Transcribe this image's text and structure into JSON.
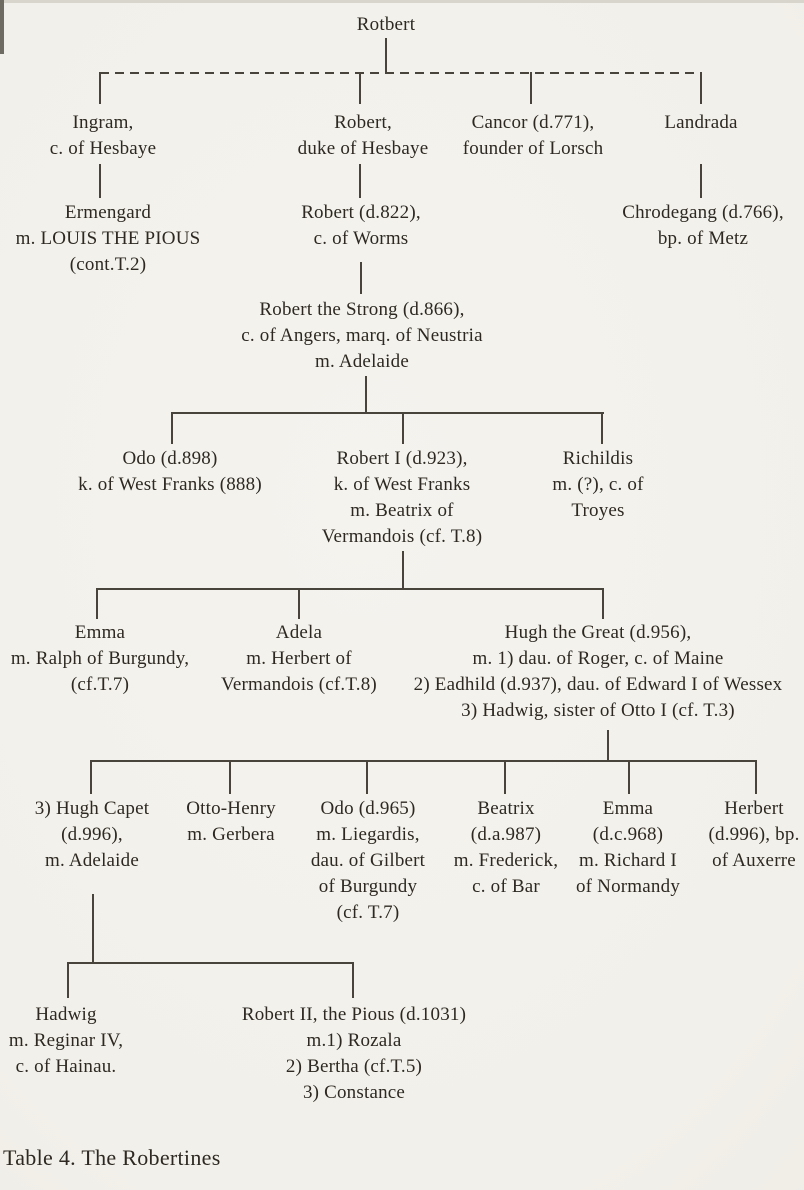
{
  "caption": "Table 4. The Robertines",
  "colors": {
    "paper": "#f2f0ea",
    "ink": "#2d2922",
    "line": "#49443b"
  },
  "nodes": {
    "rotbert": {
      "lines": [
        "Rotbert"
      ]
    },
    "ingram": {
      "lines": [
        "Ingram,",
        "c. of Hesbaye"
      ]
    },
    "robert_duke": {
      "lines": [
        "Robert,",
        "duke of Hesbaye"
      ]
    },
    "cancor": {
      "lines": [
        "Cancor (d.771),",
        "founder of Lorsch"
      ]
    },
    "landrada": {
      "lines": [
        "Landrada"
      ]
    },
    "ermengard": {
      "lines": [
        "Ermengard",
        "m. LOUIS THE PIOUS",
        "(cont.T.2)"
      ]
    },
    "robert_822": {
      "lines": [
        "Robert (d.822),",
        "c. of Worms"
      ]
    },
    "chrodegang": {
      "lines": [
        "Chrodegang (d.766),",
        "bp. of Metz"
      ]
    },
    "robert_strong": {
      "lines": [
        "Robert the Strong (d.866),",
        "c. of Angers, marq. of Neustria",
        "m. Adelaide"
      ]
    },
    "odo_898": {
      "lines": [
        "Odo (d.898)",
        "k. of West Franks (888)"
      ]
    },
    "robert_i": {
      "lines": [
        "Robert I (d.923),",
        "k. of West Franks",
        "m. Beatrix of",
        "Vermandois (cf. T.8)"
      ]
    },
    "richildis": {
      "lines": [
        "Richildis",
        "m. (?), c. of",
        "Troyes"
      ]
    },
    "emma_burgundy": {
      "lines": [
        "Emma",
        "m. Ralph of Burgundy,",
        "(cf.T.7)"
      ]
    },
    "adela": {
      "lines": [
        "Adela",
        "m. Herbert of",
        "Vermandois (cf.T.8)"
      ]
    },
    "hugh_great": {
      "lines": [
        "Hugh the Great (d.956),",
        "m. 1) dau. of Roger, c. of Maine",
        "2) Eadhild (d.937), dau. of Edward I of Wessex",
        "3) Hadwig, sister of Otto I (cf. T.3)"
      ]
    },
    "hugh_capet": {
      "lines": [
        "3) Hugh Capet",
        "(d.996),",
        "m. Adelaide"
      ]
    },
    "otto_henry": {
      "lines": [
        "Otto-Henry",
        "m. Gerbera"
      ]
    },
    "odo_965": {
      "lines": [
        "Odo (d.965)",
        "m. Liegardis,",
        "dau. of Gilbert",
        "of Burgundy",
        "(cf. T.7)"
      ]
    },
    "beatrix": {
      "lines": [
        "Beatrix",
        "(d.a.987)",
        "m. Frederick,",
        "c. of Bar"
      ]
    },
    "emma_normandy": {
      "lines": [
        "Emma",
        "(d.c.968)",
        "m. Richard I",
        "of Normandy"
      ]
    },
    "herbert": {
      "lines": [
        "Herbert",
        "(d.996), bp.",
        "of Auxerre"
      ]
    },
    "hadwig": {
      "lines": [
        "Hadwig",
        "m. Reginar IV,",
        "c. of Hainau."
      ]
    },
    "robert_ii": {
      "lines": [
        "Robert II, the Pious (d.1031)",
        "m.1) Rozala",
        "2) Bertha (cf.T.5)",
        "3) Constance"
      ]
    }
  }
}
